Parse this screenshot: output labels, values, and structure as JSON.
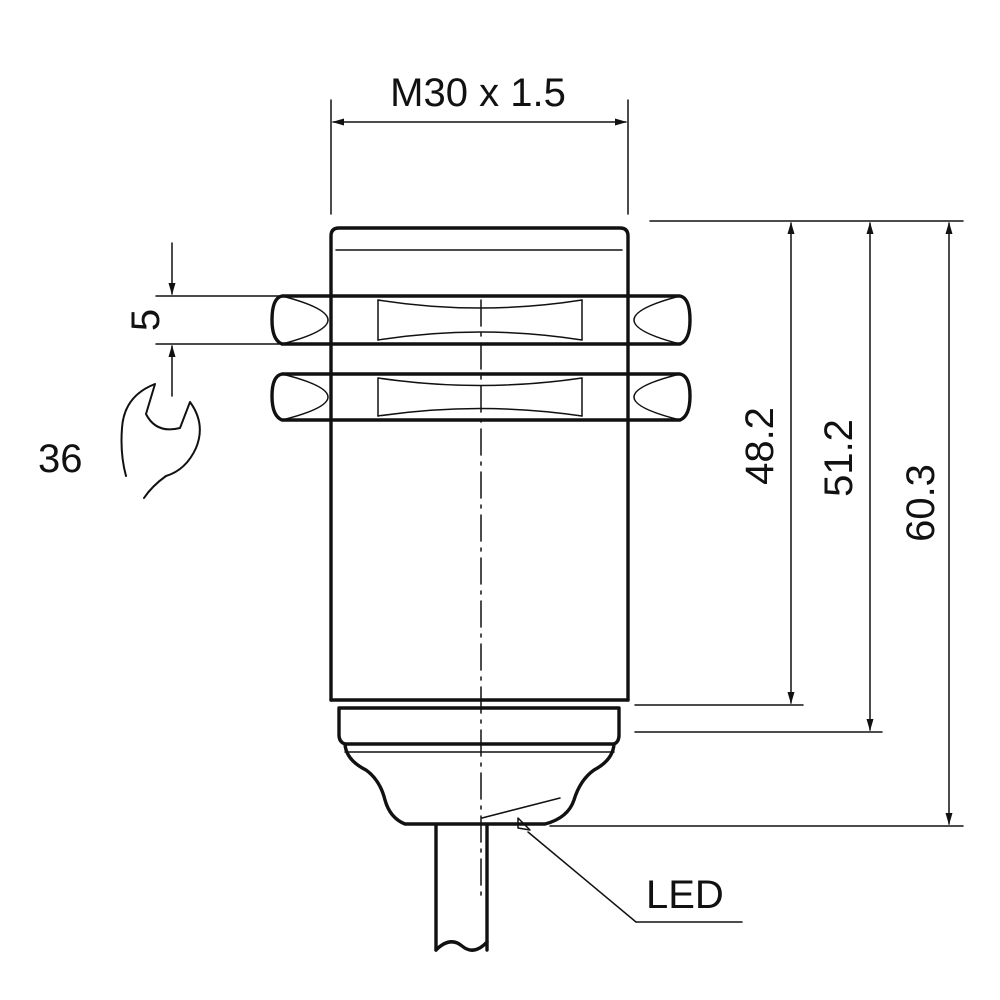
{
  "dimensions": {
    "thread": "M30 x 1.5",
    "nut_thickness": "5",
    "wrench_size": "36",
    "length_a": "48.2",
    "length_b": "51.2",
    "length_c": "60.3"
  },
  "labels": {
    "led": "LED"
  },
  "icons": {
    "wrench": "wrench-icon"
  },
  "colors": {
    "line": "#111111",
    "background": "#ffffff"
  }
}
